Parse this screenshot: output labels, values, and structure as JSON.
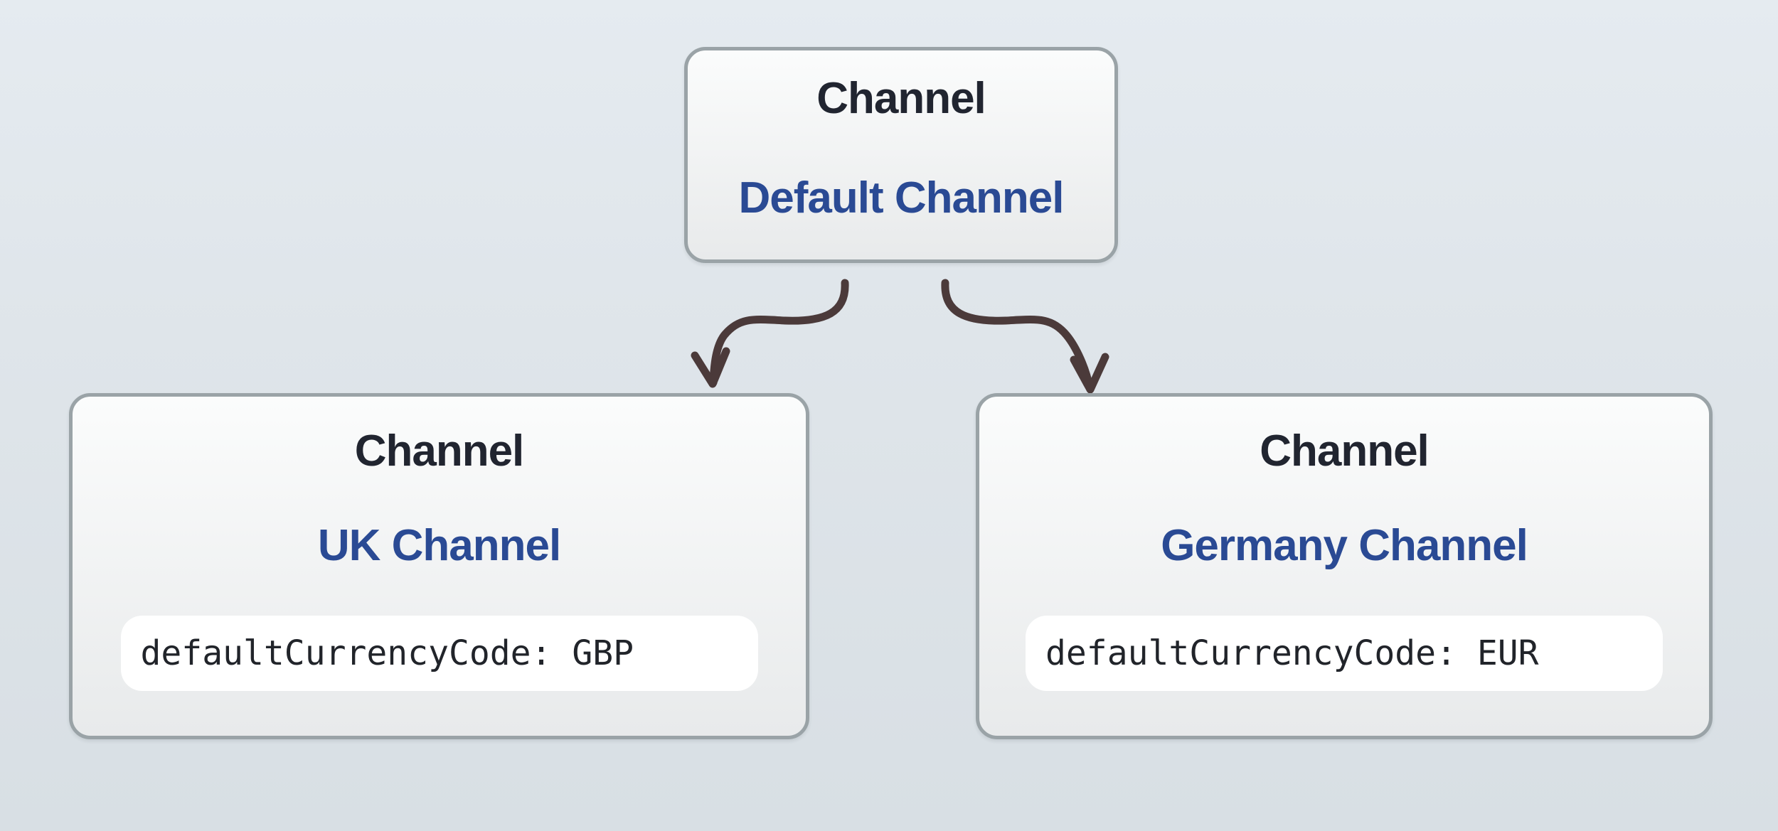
{
  "diagram": {
    "nodes": [
      {
        "type_label": "Channel",
        "name": "Default Channel"
      },
      {
        "type_label": "Channel",
        "name": "UK Channel",
        "attribute": "defaultCurrencyCode: GBP"
      },
      {
        "type_label": "Channel",
        "name": "Germany Channel",
        "attribute": "defaultCurrencyCode: EUR"
      }
    ],
    "colors": {
      "background_top": "#e5ebf0",
      "background_bottom": "#d8dfe4",
      "node_fill_top": "#fbfcfc",
      "node_fill_bottom": "#e8eaeb",
      "node_border": "#9aa3a7",
      "type_label_color": "#212530",
      "name_color": "#2a4a94",
      "attribute_bg": "#ffffff",
      "attribute_text_color": "#21242a",
      "arrow_color": "#4b3a3a"
    }
  }
}
